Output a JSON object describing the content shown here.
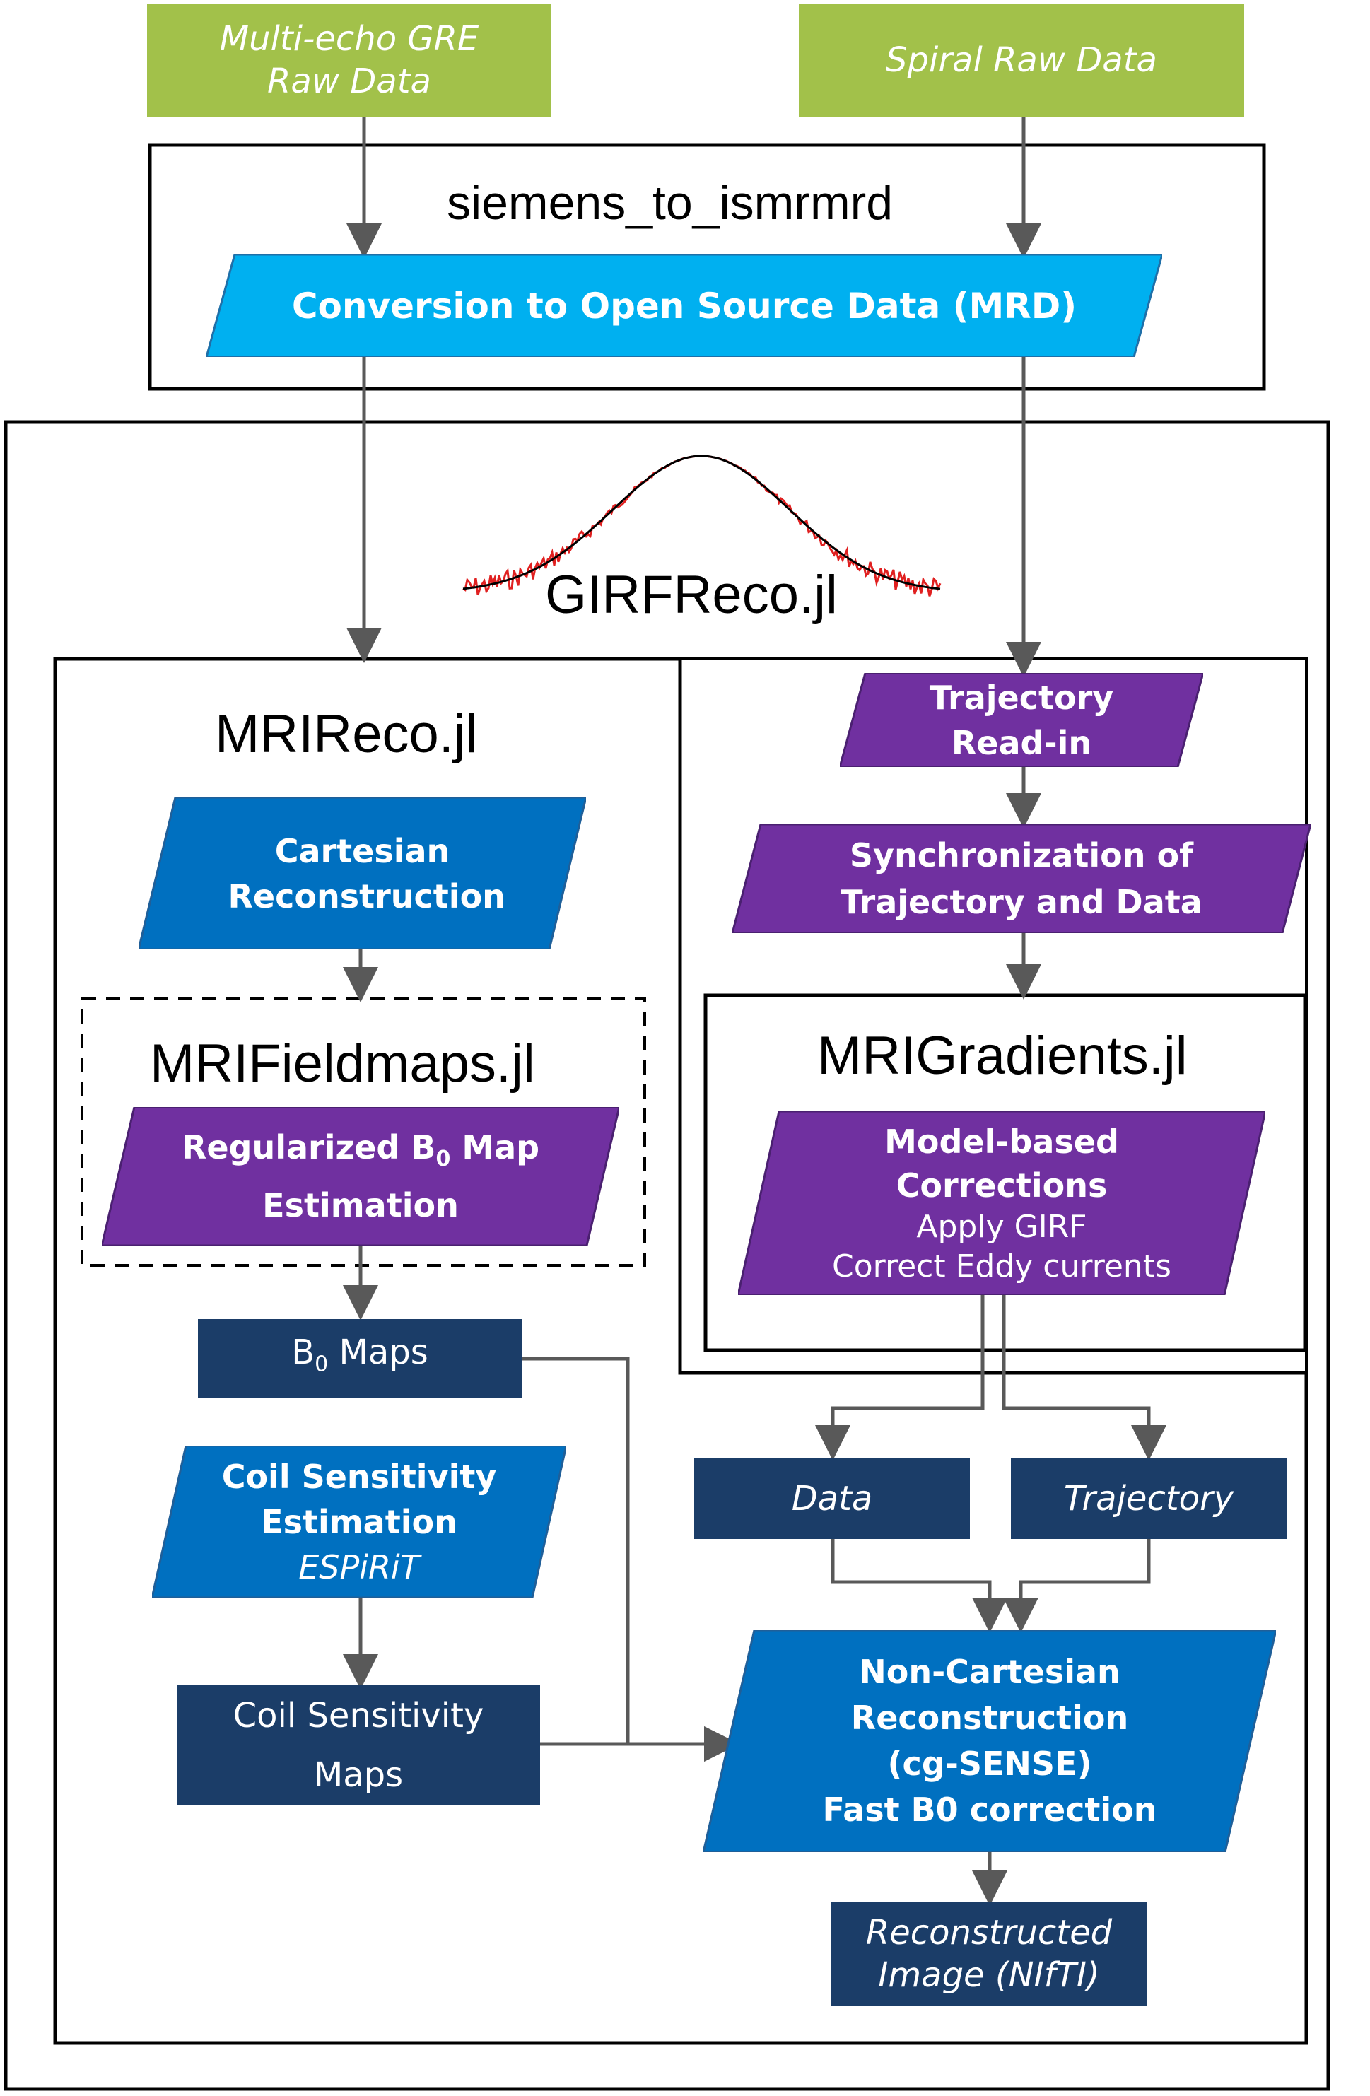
{
  "inputs": {
    "gre": "Multi-echo GRE Raw Data",
    "spiral": "Spiral Raw Data"
  },
  "siemens": {
    "title": "siemens_to_ismrmrd",
    "conversion": "Conversion to Open Source Data (MRD)"
  },
  "girfreco": {
    "title": "GIRFReco.jl"
  },
  "mrireco": {
    "title": "MRIReco.jl",
    "cartesian": "Cartesian Reconstruction",
    "fieldmaps": {
      "title": "MRIFieldmaps.jl",
      "estimation_pre": "Regularized B",
      "estimation_sub": "0",
      "estimation_post": " Map",
      "estimation_line2": "Estimation"
    },
    "b0maps_pre": "B",
    "b0maps_sub": "0",
    "b0maps_post": " Maps",
    "coil_estimation_line1": "Coil Sensitivity",
    "coil_estimation_line2": "Estimation",
    "coil_estimation_line3": "ESPiRiT",
    "coil_maps_line1": "Coil Sensitivity",
    "coil_maps_line2": "Maps"
  },
  "trajectory_readin_line1": "Trajectory",
  "trajectory_readin_line2": "Read-in",
  "sync_line1": "Synchronization of",
  "sync_line2": "Trajectory and Data",
  "mrigradients": {
    "title": "MRIGradients.jl",
    "corrections_line1": "Model-based",
    "corrections_line2": "Corrections",
    "corrections_line3": "Apply GIRF",
    "corrections_line4": "Correct Eddy currents"
  },
  "data_box": "Data",
  "trajectory_box": "Trajectory",
  "noncartesian_line1": "Non-Cartesian",
  "noncartesian_line2": "Reconstruction",
  "noncartesian_line3": "(cg-SENSE)",
  "noncartesian_line4": "Fast B0 correction",
  "output_line1": "Reconstructed",
  "output_line2": "Image (NIfTI)",
  "colors": {
    "green": "#a2c14a",
    "cyan": "#00b0f0",
    "blue": "#0070c0",
    "purple": "#7030a0",
    "navy": "#1b3d68",
    "arrow": "#595959"
  }
}
